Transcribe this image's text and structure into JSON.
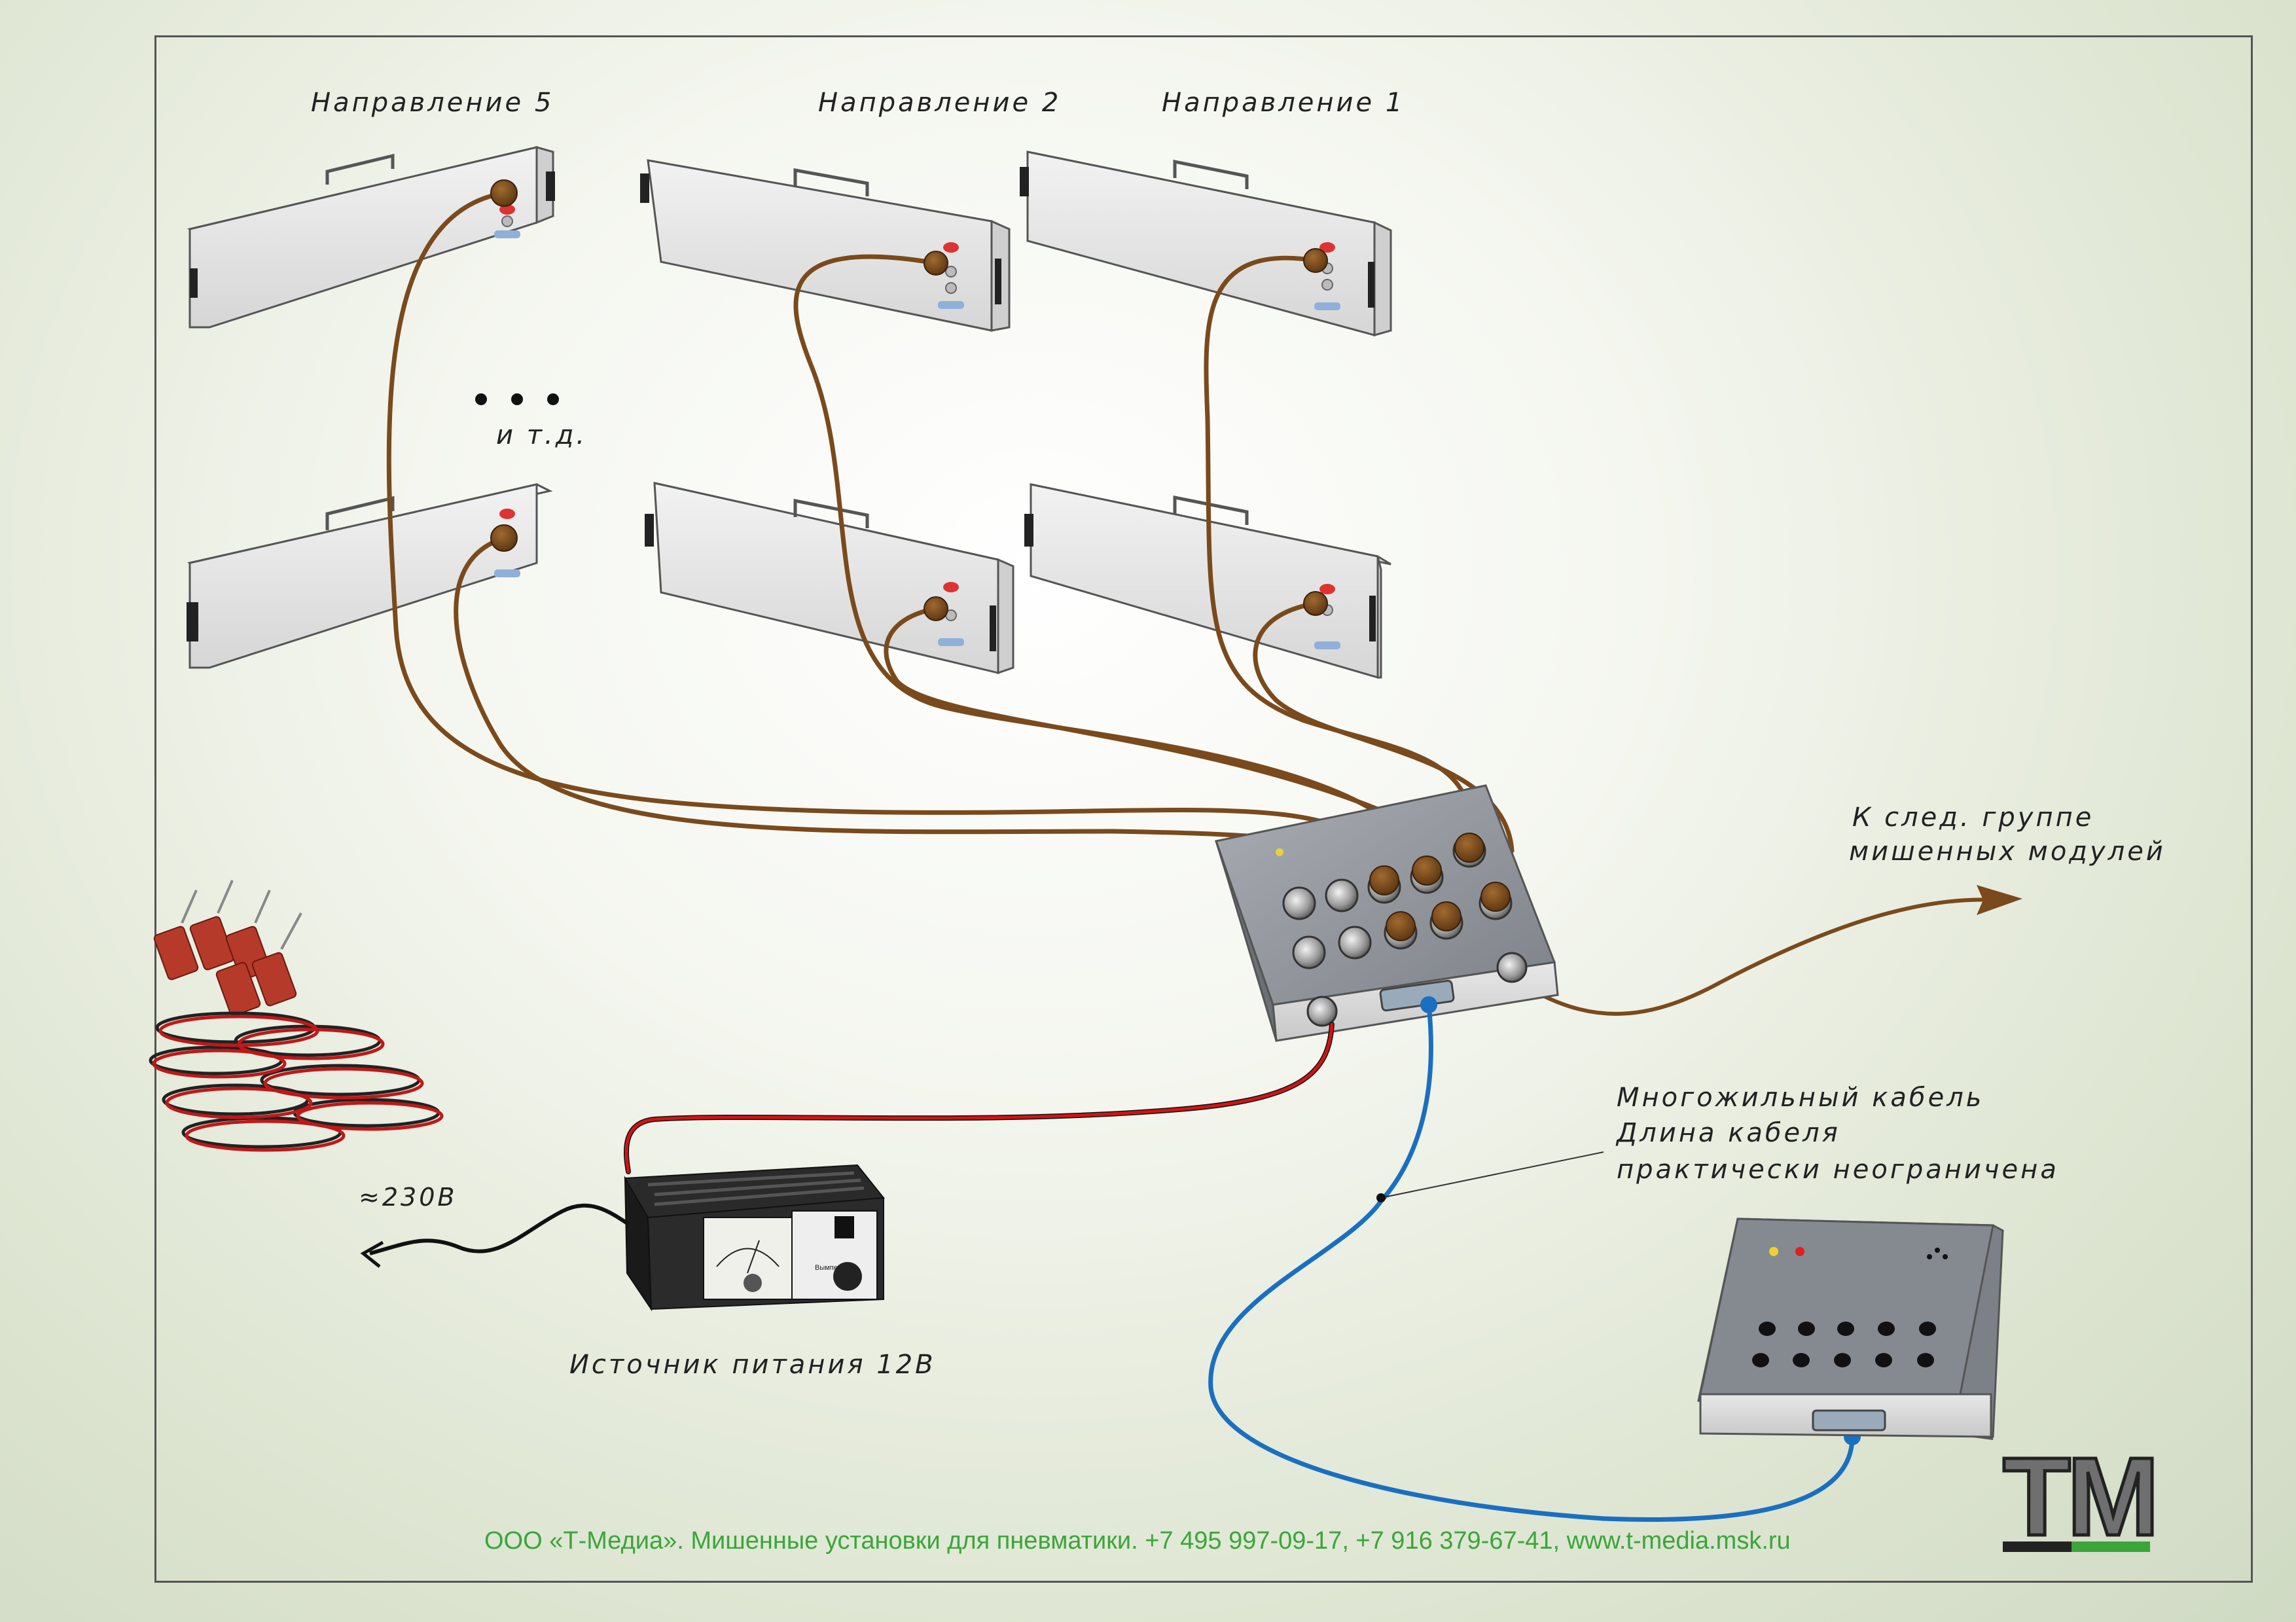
{
  "directions": {
    "dir5": "Направление 5",
    "dir2": "Направление 2",
    "dir1": "Направление 1"
  },
  "etc_label": "и т.д.",
  "next_group": {
    "line1": "К след. группе",
    "line2": "мишенных модулей"
  },
  "cable_note": {
    "line1": "Многожильный кабель",
    "line2": "Длина кабеля",
    "line3": "практически неограничена"
  },
  "mains_label": "≈230В",
  "power_supply_label": "Источник питания   12В",
  "charger_brand": "Вымпел-30",
  "footer_text": "ООО «Т-Медиа». Мишенные установки для пневматики. +7 495 997-09-17, +7 916 379-67-41, www.t-media.msk.ru",
  "logo_text": "ТМ",
  "colors": {
    "cable_brown": "#7a4a1c",
    "cable_blue": "#1a6fc0",
    "wire_red": "#d01414",
    "footer_green": "#3aa63a",
    "box_grey": "#8b8f95"
  }
}
